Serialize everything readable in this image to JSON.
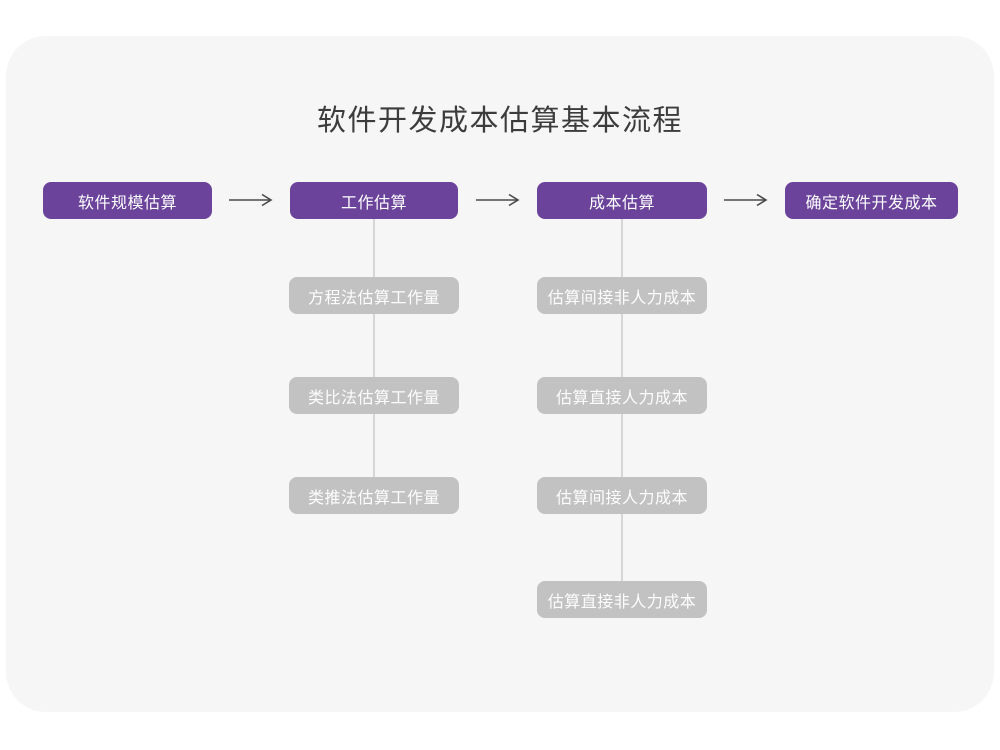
{
  "title": "软件开发成本估算基本流程",
  "colors": {
    "page_bg": "#ffffff",
    "card_bg": "#f6f6f7",
    "primary_purple": "#6b439b",
    "gray_node_bg": "#c2c2c2",
    "node_text": "#fdfdfd",
    "arrow": "#4a4a4a",
    "connector": "#d6d6d6",
    "title_text": "#3c3c3c"
  },
  "flow": {
    "main_steps": [
      {
        "label": "软件规模估算"
      },
      {
        "label": "工作估算"
      },
      {
        "label": "成本估算"
      },
      {
        "label": "确定软件开发成本"
      }
    ],
    "work_substeps": [
      {
        "label": "方程法估算工作量"
      },
      {
        "label": "类比法估算工作量"
      },
      {
        "label": "类推法估算工作量"
      }
    ],
    "cost_substeps": [
      {
        "label": "估算间接非人力成本"
      },
      {
        "label": "估算直接人力成本"
      },
      {
        "label": "估算间接人力成本"
      },
      {
        "label": "估算直接非人力成本"
      }
    ]
  }
}
